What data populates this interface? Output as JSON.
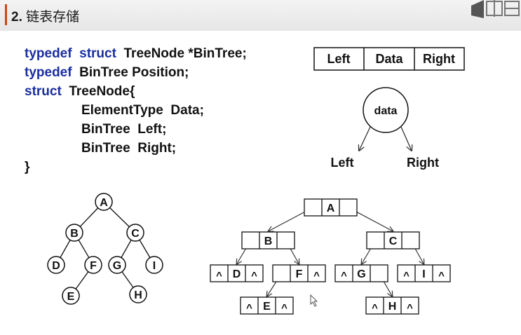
{
  "header": {
    "section_number": "2.",
    "section_title": "链表存储"
  },
  "code": {
    "typedef_kw": "typedef",
    "struct_kw": "struct",
    "line1_rest": "TreeNode *BinTree;",
    "line2_type": "BinTree Position;",
    "line3_name": "TreeNode{",
    "field1": "ElementType  Data;",
    "field2": "BinTree  Left;",
    "field3": "BinTree  Right;",
    "closing": "}"
  },
  "node_layout": {
    "left": "Left",
    "data": "Data",
    "right": "Right"
  },
  "node_circle": {
    "data": "data",
    "left": "Left",
    "right": "Right"
  },
  "tree": {
    "nodes": [
      "A",
      "B",
      "C",
      "D",
      "F",
      "G",
      "I",
      "E",
      "H"
    ]
  },
  "linked_tree": {
    "null_symbol": "^",
    "nodes": [
      "A",
      "B",
      "C",
      "D",
      "F",
      "G",
      "I",
      "E",
      "H"
    ]
  },
  "colors": {
    "keyword": "#1a2ea0",
    "accent_rule": "#c84a16"
  }
}
